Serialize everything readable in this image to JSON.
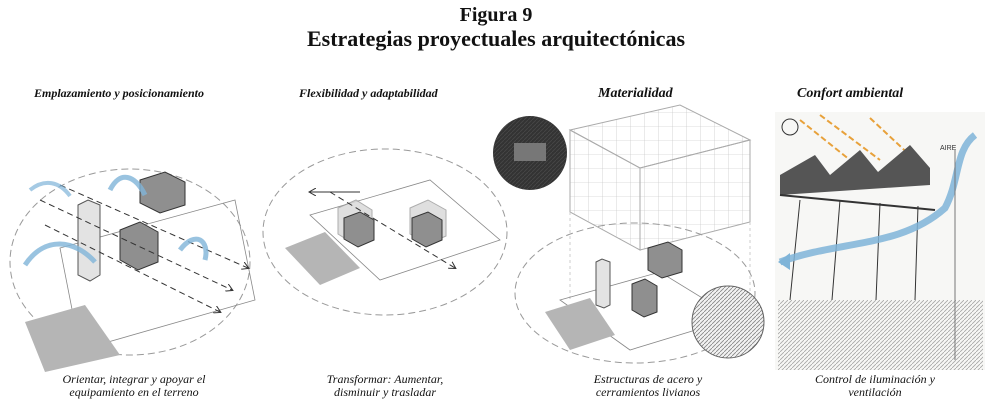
{
  "figure": {
    "number": "Figura 9",
    "title": "Estrategias proyectuales arquitectónicas"
  },
  "panels": [
    {
      "heading": "Emplazamiento y posicionamiento",
      "caption_line1": "Orientar, integrar y apoyar el",
      "caption_line2": "equipamiento en el terreno"
    },
    {
      "heading": "Flexibilidad y adaptabilidad",
      "caption_line1": "Transformar: Aumentar,",
      "caption_line2": "disminuir y trasladar"
    },
    {
      "heading": "Materialidad",
      "caption_line1": "Estructuras de acero y",
      "caption_line2": "cerramientos livianos"
    },
    {
      "heading": "Confort ambiental",
      "caption_line1": "Control de iluminación y",
      "caption_line2": "ventilación"
    }
  ],
  "sketch_label": "AIRE",
  "colors": {
    "air_blue": "#7fb4d8",
    "sun_orange": "#e8a13a",
    "ground_gray": "#b5b5b5"
  }
}
